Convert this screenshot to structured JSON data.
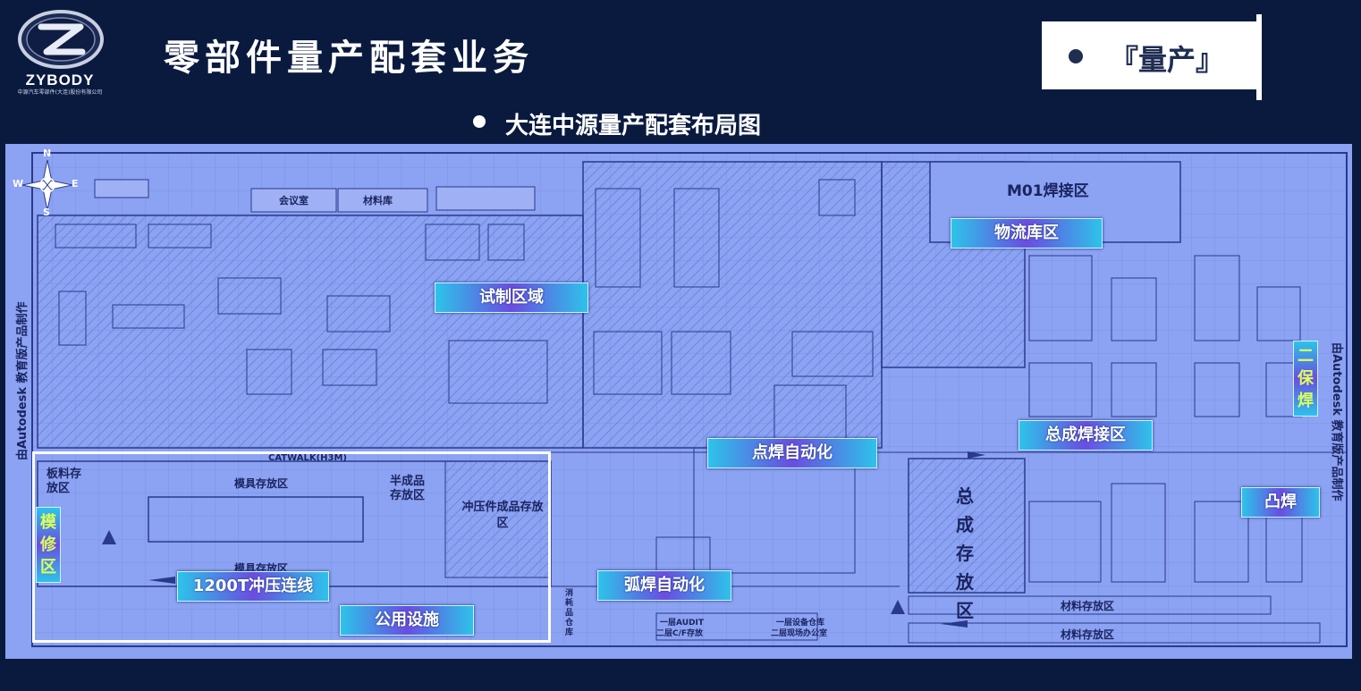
{
  "logo": {
    "name": "ZYBODY",
    "subtitle": "中源汽车零部件(大连)股份有限公司"
  },
  "header": {
    "title": "零部件量产配套业务",
    "badge": "『量产』"
  },
  "subtitle": "大连中源量产配套布局图",
  "compass": {
    "n": "N",
    "s": "S",
    "e": "E",
    "w": "W"
  },
  "zones": {
    "trial": "试制区域",
    "logistics": "物流库区",
    "spot": "点焊自动化",
    "assembly": "总成焊接区",
    "arc": "弧焊自动化",
    "press": "1200T冲压连线",
    "utility": "公用设施",
    "projection": "凸焊",
    "secondary": "二保焊",
    "mold": "模修区"
  },
  "labels": {
    "m01": "M01焊接区",
    "catwalk": "CATWALK(H3M)",
    "sheet": "板料存放区",
    "mold_top": "模具存放区",
    "mold_bottom": "模具存放区",
    "semi": "半成品存放区",
    "stamped": "冲压件成品存放区",
    "final_store": "总成存放区",
    "material_1": "材料存放区",
    "material_2": "材料存放区",
    "floor_audit": "一层AUDIT",
    "floor_audit_2": "二层C/F存放",
    "equip": "一层设备仓库",
    "equip_2": "二层现场办公室",
    "meeting": "会议室",
    "material_room": "材料库",
    "fire": "消耗品仓库",
    "left_note": "由Autodesk 教育版产品制作",
    "right_note": "由Autodesk 教育版产品制作"
  },
  "colors": {
    "background": "#0a1a3f",
    "plan": "#8ca2f2",
    "line": "#2a3a8a"
  }
}
